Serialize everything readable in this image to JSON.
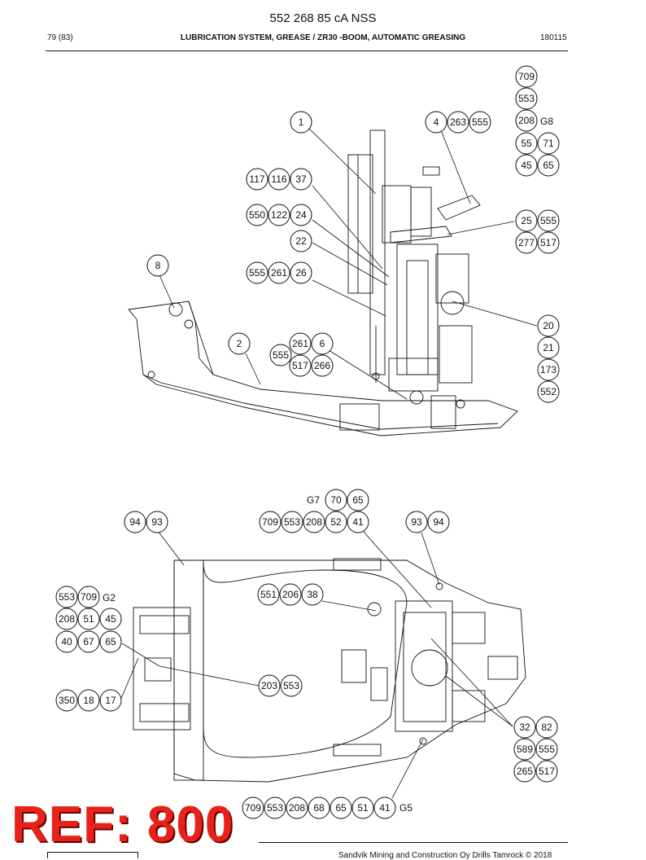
{
  "header": {
    "doc_number": "552 268 85 cA NSS",
    "page": "79 (83)",
    "title": "LUBRICATION SYSTEM, GREASE / ZR30 -BOOM, AUTOMATIC GREASING",
    "date_code": "180115"
  },
  "callouts_top": {
    "b709": "709",
    "b553": "553",
    "b208": "208",
    "g8": "G8",
    "b55": "55",
    "b71": "71",
    "b45": "45",
    "b65": "65",
    "b1": "1",
    "b4": "4",
    "b263": "263",
    "b555a": "555",
    "b117": "117",
    "b116": "116",
    "b37": "37",
    "b550": "550",
    "b122": "122",
    "b24": "24",
    "b22": "22",
    "b25": "25",
    "b555b": "555",
    "b277": "277",
    "b517a": "517",
    "b8": "8",
    "b555c": "555",
    "b261a": "261",
    "b26": "26",
    "b2": "2",
    "b261b": "261",
    "b6": "6",
    "b555d": "555",
    "b517b": "517",
    "b266": "266",
    "b20": "20",
    "b21": "21",
    "b173": "173",
    "b552": "552"
  },
  "callouts_bottom": {
    "g7": "G7",
    "b70": "70",
    "b65a": "65",
    "b94a": "94",
    "b93a": "93",
    "b709a": "709",
    "b553a": "553",
    "b208a": "208",
    "b52": "52",
    "b41a": "41",
    "b93b": "93",
    "b94b": "94",
    "b553b": "553",
    "b709b": "709",
    "g2": "G2",
    "b208b": "208",
    "b51a": "51",
    "b45": "45",
    "b40": "40",
    "b67": "67",
    "b65b": "65",
    "b551": "551",
    "b206": "206",
    "b38": "38",
    "b203": "203",
    "b553c": "553",
    "b350": "350",
    "b18": "18",
    "b17": "17",
    "b32": "32",
    "b82": "82",
    "b589": "589",
    "b555": "555",
    "b265": "265",
    "b517": "517",
    "b709c": "709",
    "b553d": "553",
    "b208c": "208",
    "b68": "68",
    "b65c": "65",
    "b51b": "51",
    "b41b": "41",
    "g5": "G5"
  },
  "stamp": "REF: 800",
  "footer": {
    "copyright": "Sandvik Mining and Construction Oy Drills Tamrock © 2018"
  }
}
